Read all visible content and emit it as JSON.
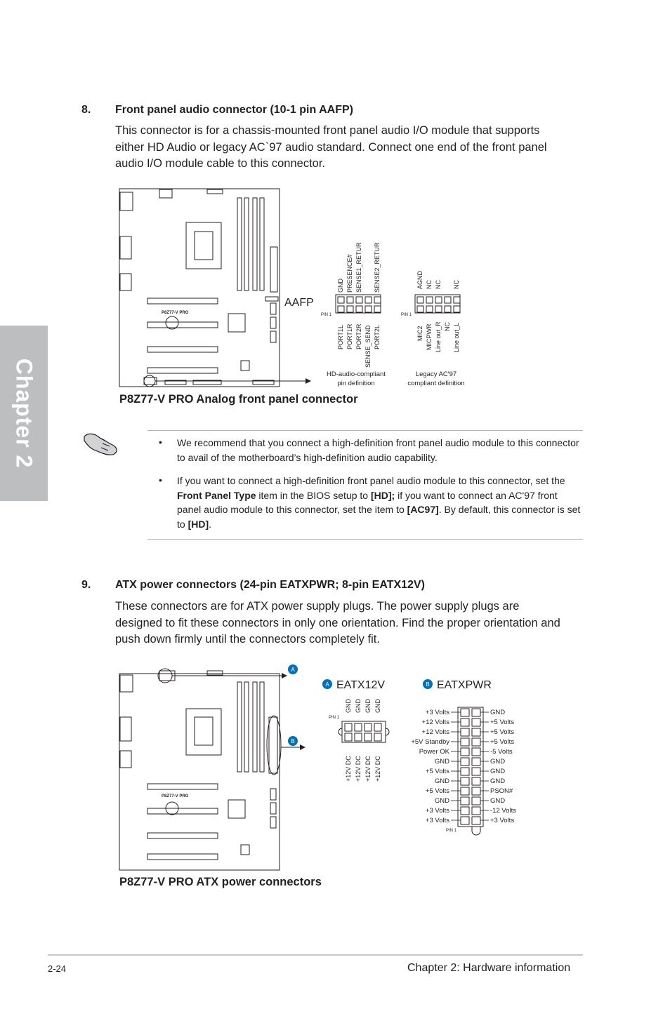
{
  "chapter_tab": "Chapter 2",
  "section8": {
    "number": "8.",
    "title": "Front panel audio connector (10-1 pin AAFP)",
    "lines": [
      "This connector is for a chassis-mounted front panel audio I/O module that supports",
      "either HD Audio or legacy AC`97 audio standard. Connect one end of the front panel",
      "audio I/O module cable to this connector."
    ]
  },
  "figure1": {
    "board_label": "P8Z77-V PRO",
    "connector_label": "AAFP",
    "pin1": "PIN 1",
    "hd_top_pins": [
      "GND",
      "PRESENCE#",
      "SENSE1_RETUR",
      "",
      "SENSE2_RETUR"
    ],
    "hd_bottom_pins": [
      "PORT1L",
      "PORT1R",
      "PORT2R",
      "SENSE_SEND",
      "PORT2L"
    ],
    "ac97_top_pins": [
      "AGND",
      "NC",
      "NC",
      "",
      "NC"
    ],
    "ac97_bottom_pins": [
      "MIC2",
      "MICPWR",
      "Line out_R",
      "NC",
      "Line out_L"
    ],
    "hd_caption": [
      "HD-audio-compliant",
      "pin definition"
    ],
    "ac97_caption": [
      "Legacy AC'97",
      "compliant definition"
    ],
    "caption": "P8Z77-V PRO Analog front panel connector"
  },
  "note": {
    "bullet1": "We recommend that you connect a high-definition front panel audio module to this connector to avail of the motherboard’s high-definition audio capability.",
    "bullet2": {
      "t1": "If you want to connect a high-definition front panel audio module to this connector, set the ",
      "b1": "Front Panel Type",
      "t2": " item in the BIOS setup to ",
      "b2": "[HD];",
      "t3": " if you want to connect an AC'97 front panel audio module to this connector, set the item to ",
      "b3": "[AC97]",
      "t4": ". By default, this connector is set to ",
      "b4": "[HD]",
      "t5": "."
    }
  },
  "section9": {
    "number": "9.",
    "title": "ATX power connectors (24-pin EATXPWR; 8-pin EATX12V)",
    "lines": [
      "These connectors are for ATX power supply plugs. The power supply plugs are",
      "designed to fit these connectors in only one orientation. Find the proper orientation and",
      "push down firmly until the connectors completely fit."
    ]
  },
  "figure2": {
    "board_label": "P8Z77-V PRO",
    "badge_a": "A",
    "badge_b": "B",
    "eatx12v_label": "EATX12V",
    "eatxpwr_label": "EATXPWR",
    "pin1": "PIN 1",
    "eatx12v_top": [
      "GND",
      "GND",
      "GND",
      "GND"
    ],
    "eatx12v_bottom": [
      "+12V DC",
      "+12V DC",
      "+12V DC",
      "+12V DC"
    ],
    "eatxpwr_left": [
      "+3 Volts",
      "+12 Volts",
      "+12 Volts",
      "+5V Standby",
      "Power OK",
      "GND",
      "+5 Volts",
      "GND",
      "+5 Volts",
      "GND",
      "+3 Volts",
      "+3 Volts"
    ],
    "eatxpwr_right": [
      "GND",
      "+5 Volts",
      "+5 Volts",
      "+5 Volts",
      "-5 Volts",
      "GND",
      "GND",
      "GND",
      "PSON#",
      "GND",
      "-12 Volts",
      "+3 Volts"
    ],
    "caption": "P8Z77-V PRO ATX power connectors"
  },
  "footer": {
    "page": "2-24",
    "chapter": "Chapter 2: Hardware information"
  }
}
